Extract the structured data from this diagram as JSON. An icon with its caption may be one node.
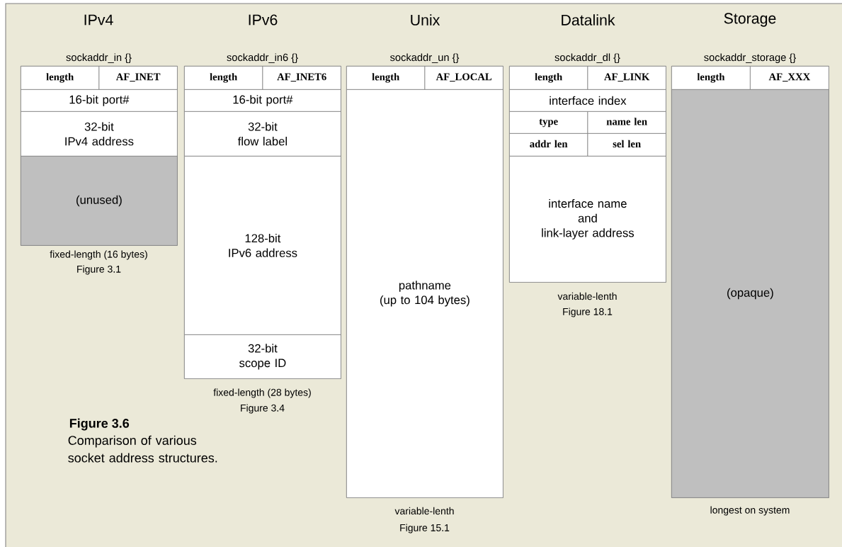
{
  "diagram": {
    "title": "Figure 3.6",
    "caption": "Comparison of various socket address structures.",
    "nodes": [
      {
        "text": [
          "sockaddr_in {}"
        ],
        "beside": [
          "fixed-length (16 bytes)",
          "Figure 3.1"
        ]
      },
      {
        "text": [
          "length"
        ],
        "in": 0
      },
      {
        "text": [
          "AF_INET"
        ],
        "in": 0
      },
      {
        "text": [
          "16-bit port#"
        ],
        "in": 0
      },
      {
        "text": [
          "32-bit IPv4 address"
        ],
        "in": 0
      },
      {
        "text": [
          "(unused)"
        ],
        "in": 0
      },
      {
        "text": [
          "sockaddr_in6 {}"
        ],
        "beside": [
          "fixed-length (28 bytes)",
          "Figure 3.4"
        ]
      },
      {
        "text": [
          "length"
        ],
        "in": 6
      },
      {
        "text": [
          "AF_INET6"
        ],
        "in": 6
      },
      {
        "text": [
          "16-bit port#"
        ],
        "in": 6
      },
      {
        "text": [
          "32-bit flow label"
        ],
        "in": 6
      },
      {
        "text": [
          "128-bit IPv6 address"
        ],
        "in": 6
      },
      {
        "text": [
          "32-bit scope ID"
        ],
        "in": 6
      },
      {
        "text": [
          "sockaddr_un {}"
        ],
        "beside": [
          "variable-lenth",
          "Figure 15.1"
        ]
      },
      {
        "text": [
          "length"
        ],
        "in": 13
      },
      {
        "text": [
          "AF_LOCAL"
        ],
        "in": 13
      },
      {
        "text": [
          "pathname (up to 104 bytes)"
        ],
        "in": 13
      },
      {
        "text": [
          "sockaddr_dl {}"
        ],
        "beside": [
          "variable-lenth",
          "Figure 18.1"
        ]
      },
      {
        "text": [
          "length"
        ],
        "in": 17
      },
      {
        "text": [
          "AF_LINK"
        ],
        "in": 17
      },
      {
        "text": [
          "interface index"
        ],
        "in": 17
      },
      {
        "text": [
          "type"
        ],
        "in": 17
      },
      {
        "text": [
          "name len"
        ],
        "in": 17
      },
      {
        "text": [
          "addr len"
        ],
        "in": 17
      },
      {
        "text": [
          "sel len"
        ],
        "in": 17
      },
      {
        "text": [
          "interface name and link-layer address"
        ],
        "in": 17
      },
      {
        "text": [
          "sockaddr_storage {}"
        ],
        "beside": [
          "longest on system"
        ]
      },
      {
        "text": [
          "length"
        ],
        "in": 26
      },
      {
        "text": [
          "AF_XXX"
        ],
        "in": 26
      },
      {
        "text": [
          "(opaque)"
        ],
        "in": 26
      }
    ],
    "labels": [
      "IPv4",
      "IPv6",
      "Unix",
      "Datalink",
      "Storage"
    ]
  }
}
